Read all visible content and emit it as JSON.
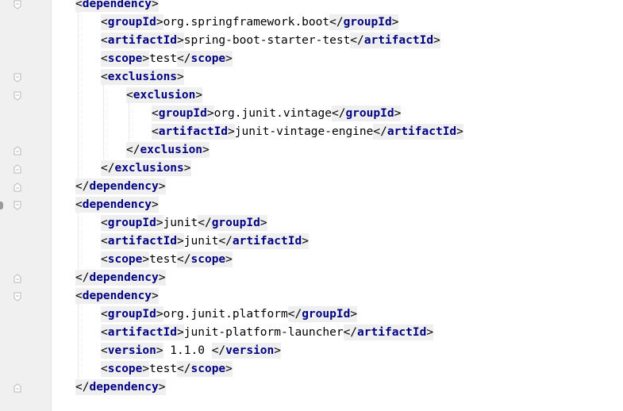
{
  "editor": {
    "language": "xml",
    "colors": {
      "tag_name": "#000080",
      "text": "#000000",
      "tag_highlight_bg": "#efefef",
      "gutter_bg": "#f0f0f0"
    },
    "lines": [
      {
        "indent": 0,
        "parts": [
          {
            "t": "open",
            "name": "dependency"
          }
        ]
      },
      {
        "indent": 1,
        "parts": [
          {
            "t": "open",
            "name": "groupId"
          },
          {
            "t": "text",
            "v": "org.springframework.boot"
          },
          {
            "t": "close",
            "name": "groupId"
          }
        ]
      },
      {
        "indent": 1,
        "parts": [
          {
            "t": "open",
            "name": "artifactId"
          },
          {
            "t": "text",
            "v": "spring-boot-starter-test"
          },
          {
            "t": "close",
            "name": "artifactId"
          }
        ]
      },
      {
        "indent": 1,
        "parts": [
          {
            "t": "open",
            "name": "scope"
          },
          {
            "t": "text",
            "v": "test"
          },
          {
            "t": "close",
            "name": "scope"
          }
        ]
      },
      {
        "indent": 1,
        "parts": [
          {
            "t": "open",
            "name": "exclusions"
          }
        ]
      },
      {
        "indent": 2,
        "parts": [
          {
            "t": "open",
            "name": "exclusion"
          }
        ]
      },
      {
        "indent": 3,
        "parts": [
          {
            "t": "open",
            "name": "groupId"
          },
          {
            "t": "text",
            "v": "org.junit.vintage"
          },
          {
            "t": "close",
            "name": "groupId"
          }
        ]
      },
      {
        "indent": 3,
        "parts": [
          {
            "t": "open",
            "name": "artifactId"
          },
          {
            "t": "text",
            "v": "junit-vintage-engine"
          },
          {
            "t": "close",
            "name": "artifactId"
          }
        ]
      },
      {
        "indent": 2,
        "parts": [
          {
            "t": "close",
            "name": "exclusion"
          }
        ]
      },
      {
        "indent": 1,
        "parts": [
          {
            "t": "close",
            "name": "exclusions"
          }
        ]
      },
      {
        "indent": 0,
        "parts": [
          {
            "t": "close",
            "name": "dependency"
          }
        ]
      },
      {
        "indent": 0,
        "parts": [
          {
            "t": "open",
            "name": "dependency"
          }
        ]
      },
      {
        "indent": 1,
        "parts": [
          {
            "t": "open",
            "name": "groupId"
          },
          {
            "t": "text",
            "v": "junit"
          },
          {
            "t": "close",
            "name": "groupId"
          }
        ]
      },
      {
        "indent": 1,
        "parts": [
          {
            "t": "open",
            "name": "artifactId"
          },
          {
            "t": "text",
            "v": "junit"
          },
          {
            "t": "close",
            "name": "artifactId"
          }
        ]
      },
      {
        "indent": 1,
        "parts": [
          {
            "t": "open",
            "name": "scope"
          },
          {
            "t": "text",
            "v": "test"
          },
          {
            "t": "close",
            "name": "scope"
          }
        ]
      },
      {
        "indent": 0,
        "parts": [
          {
            "t": "close",
            "name": "dependency"
          }
        ]
      },
      {
        "indent": 0,
        "parts": [
          {
            "t": "open",
            "name": "dependency"
          }
        ]
      },
      {
        "indent": 1,
        "parts": [
          {
            "t": "open",
            "name": "groupId"
          },
          {
            "t": "text",
            "v": "org.junit.platform"
          },
          {
            "t": "close",
            "name": "groupId"
          }
        ]
      },
      {
        "indent": 1,
        "parts": [
          {
            "t": "open",
            "name": "artifactId"
          },
          {
            "t": "text",
            "v": "junit-platform-launcher"
          },
          {
            "t": "close",
            "name": "artifactId"
          }
        ]
      },
      {
        "indent": 1,
        "parts": [
          {
            "t": "open",
            "name": "version"
          },
          {
            "t": "text",
            "v": " 1.1.0 "
          },
          {
            "t": "close",
            "name": "version"
          }
        ]
      },
      {
        "indent": 1,
        "parts": [
          {
            "t": "open",
            "name": "scope"
          },
          {
            "t": "text",
            "v": "test"
          },
          {
            "t": "close",
            "name": "scope"
          }
        ]
      },
      {
        "indent": 0,
        "parts": [
          {
            "t": "close",
            "name": "dependency"
          }
        ]
      }
    ],
    "fold_markers": [
      {
        "line": 0,
        "kind": "start"
      },
      {
        "line": 4,
        "kind": "start"
      },
      {
        "line": 5,
        "kind": "start"
      },
      {
        "line": 8,
        "kind": "end"
      },
      {
        "line": 9,
        "kind": "end"
      },
      {
        "line": 10,
        "kind": "end"
      },
      {
        "line": 11,
        "kind": "start"
      },
      {
        "line": 15,
        "kind": "end"
      },
      {
        "line": 16,
        "kind": "start"
      },
      {
        "line": 21,
        "kind": "end"
      }
    ]
  }
}
